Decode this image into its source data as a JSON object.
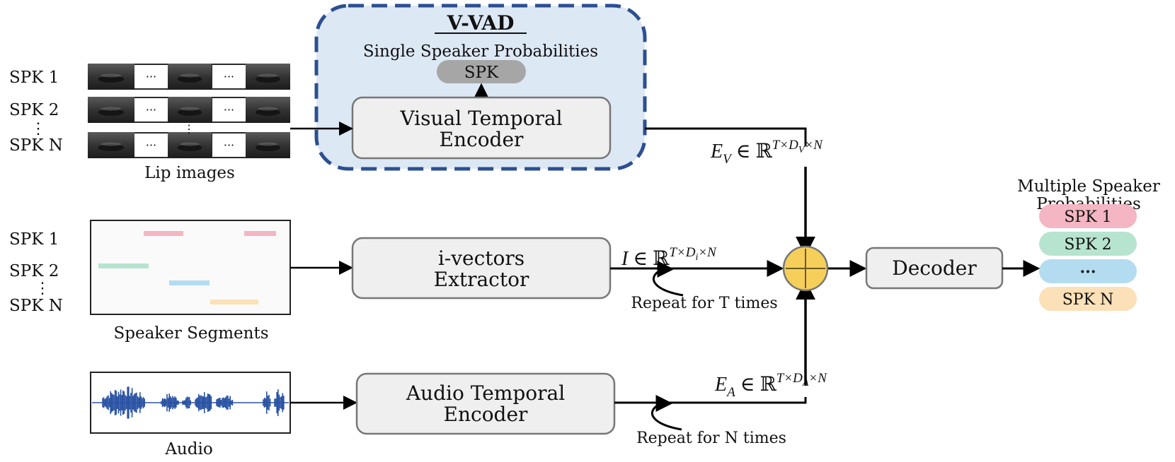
{
  "vvad": {
    "title": "V-VAD",
    "subtitle": "Single Speaker Probabilities",
    "spk_label": "SPK",
    "encoder_line1": "Visual Temporal",
    "encoder_line2": "Encoder"
  },
  "lip": {
    "rows": [
      "SPK 1",
      "SPK 2",
      "SPK N"
    ],
    "row_dots": "⋮",
    "frame_dots": "···",
    "caption": "Lip images"
  },
  "segments": {
    "rows": [
      "SPK 1",
      "SPK 2",
      "SPK N"
    ],
    "row_dots": "⋮",
    "caption": "Speaker Segments",
    "bar_colors": [
      "#f4b6c2",
      "#b7e4cf",
      "#b3dcf0",
      "#fbe0b8"
    ]
  },
  "ivec": {
    "line1": "i-vectors",
    "line2": "Extractor"
  },
  "audio": {
    "caption": "Audio",
    "encoder_line1": "Audio Temporal",
    "encoder_line2": "Encoder",
    "wave_color": "#2952a3"
  },
  "math": {
    "ev": "E_V ∈ ℝ^{T×D_V×N}",
    "ev_main": "E",
    "ev_sub": "V",
    "ev_rest": " ∈ ℝ",
    "ev_sup": "T×D",
    "ev_sup_sub": "V",
    "ev_sup_end": "×N",
    "i_main": "I",
    "i_rest": " ∈ ℝ",
    "i_sup": "T×D",
    "i_sup_sub": "i",
    "i_sup_end": "×N",
    "ea_main": "E",
    "ea_sub": "A",
    "ea_rest": " ∈ ℝ",
    "ea_sup": "T×D",
    "ea_sup_sub": "A",
    "ea_sup_end": "×N"
  },
  "repeat_t": "Repeat for T times",
  "repeat_n": "Repeat for N times",
  "decoder": "Decoder",
  "output": {
    "title_line1": "Multiple Speaker",
    "title_line2": "Probabilities",
    "items": [
      {
        "label": "SPK 1",
        "color": "#f4b6c2"
      },
      {
        "label": "SPK 2",
        "color": "#b7e4cf"
      },
      {
        "label": "···",
        "color": "#b3dcf0"
      },
      {
        "label": "SPK N",
        "color": "#fbe0b8"
      }
    ]
  },
  "colors": {
    "vvad_fill": "#dde8f5",
    "vvad_border": "#2b4f91",
    "box_fill": "#efefef",
    "box_border": "#777777",
    "spk_pill": "#a6a6a6",
    "adder": "#f5cf5a",
    "lip_dark": "#2a2a2a"
  }
}
